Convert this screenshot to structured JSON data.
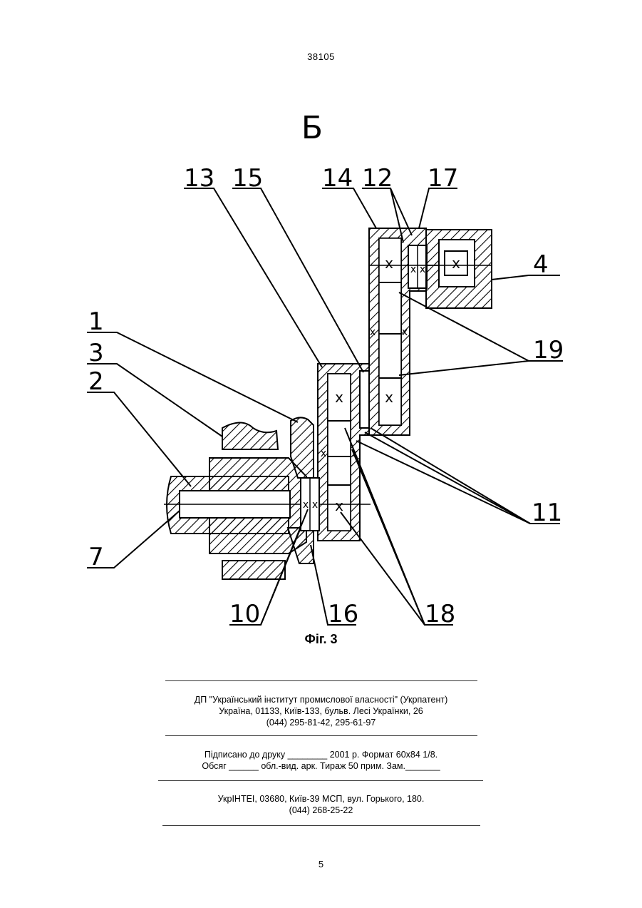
{
  "header": {
    "doc_number": "38105"
  },
  "drawing": {
    "section_letter": "Б",
    "part_labels": [
      "13",
      "15",
      "14",
      "12",
      "17",
      "4",
      "1",
      "3",
      "2",
      "19",
      "11",
      "7",
      "10",
      "16",
      "18"
    ]
  },
  "caption": "Фіг. 3",
  "publisher": {
    "line1": "ДП \"Український інститут промислової власності\" (Укрпатент)",
    "line2": "Україна, 01133, Київ-133, бульв. Лесі Українки, 26",
    "line3": "(044) 295-81-42, 295-61-97"
  },
  "print_info": {
    "line1": "Підписано до друку ________ 2001 р.    Формат 60х84 1/8.",
    "line2": "Обсяг ______ обл.-вид. арк.   Тираж 50 прим.    Зам._______"
  },
  "printer": {
    "line1": "УкрІНТЕІ, 03680, Київ-39 МСП, вул. Горького, 180.",
    "line2": "(044) 268-25-22"
  },
  "page_number": "5"
}
